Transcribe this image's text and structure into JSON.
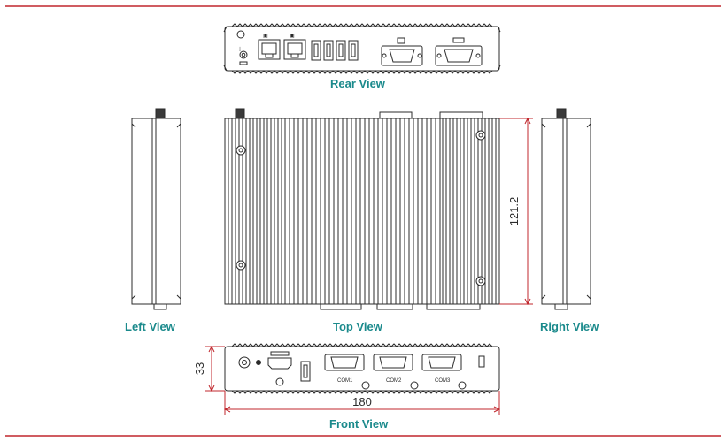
{
  "colors": {
    "frame": "#c0272d",
    "label": "#1b8a8c",
    "line": "#2b2b2b"
  },
  "views": {
    "rear": "Rear View",
    "left": "Left View",
    "top": "Top View",
    "right": "Right View",
    "front": "Front View"
  },
  "dimensions": {
    "height": "121.2",
    "front_height": "33",
    "width": "180"
  },
  "front_ports": {
    "com1": "COM1",
    "com2": "COM2",
    "com3": "COM3"
  }
}
